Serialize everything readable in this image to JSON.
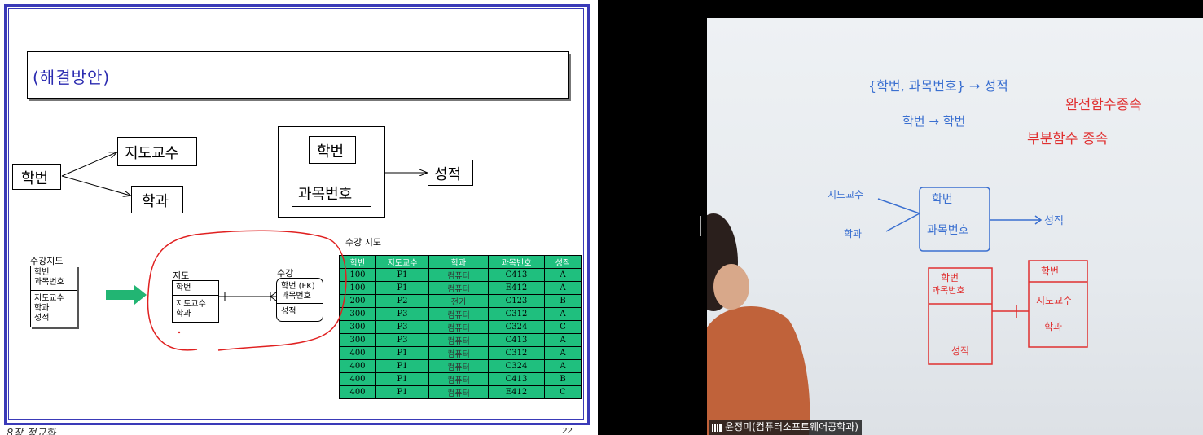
{
  "slide": {
    "title": "(해결방안)",
    "fd_left": {
      "source": "학번",
      "target1": "지도교수",
      "target2": "학과"
    },
    "fd_right": {
      "key1": "학번",
      "key2": "과목번호",
      "target": "성적"
    },
    "before_entity": {
      "name": "수강지도",
      "attrs_key": [
        "학번",
        "과목번호"
      ],
      "attrs": [
        "지도교수",
        "학과",
        "성적"
      ]
    },
    "entity_jido": {
      "name": "지도",
      "key": "학번",
      "attrs": [
        "지도교수",
        "학과"
      ]
    },
    "entity_sugang": {
      "name": "수강",
      "keys": [
        "학번 (FK)",
        "과목번호"
      ],
      "attrs": [
        "성적"
      ]
    },
    "table_title": "수강 지도",
    "footer_left": "8장 정규화",
    "footer_right": "22"
  },
  "table": {
    "headers": [
      "학번",
      "지도교수",
      "학과",
      "과목번호",
      "성적"
    ],
    "rows": [
      [
        "100",
        "P1",
        "컴퓨터",
        "C413",
        "A"
      ],
      [
        "100",
        "P1",
        "컴퓨터",
        "E412",
        "A"
      ],
      [
        "200",
        "P2",
        "전기",
        "C123",
        "B"
      ],
      [
        "300",
        "P3",
        "컴퓨터",
        "C312",
        "A"
      ],
      [
        "300",
        "P3",
        "컴퓨터",
        "C324",
        "C"
      ],
      [
        "300",
        "P3",
        "컴퓨터",
        "C413",
        "A"
      ],
      [
        "400",
        "P1",
        "컴퓨터",
        "C312",
        "A"
      ],
      [
        "400",
        "P1",
        "컴퓨터",
        "C324",
        "A"
      ],
      [
        "400",
        "P1",
        "컴퓨터",
        "C413",
        "B"
      ],
      [
        "400",
        "P1",
        "컴퓨터",
        "E412",
        "C"
      ]
    ]
  },
  "whiteboard": {
    "line1_blue": "{학번, 과목번호} → 성적",
    "line1_red": "완전함수종속",
    "line2_blue": "학번 → 학번",
    "line2_red": "부분함수 종속",
    "diag_left1": "지도교수",
    "diag_left2": "학과",
    "diag_box1": "학번",
    "diag_box2": "과목번호",
    "diag_right": "성적",
    "red_box1_a": "학번",
    "red_box1_b": "과목번호",
    "red_box1_c": "성적",
    "red_box2_a": "학번",
    "red_box2_b": "지도교수",
    "red_box2_c": "학과"
  },
  "participant": {
    "name": "윤정미(컴퓨터소프트웨어공학과)"
  },
  "colors": {
    "slide_frame": "#3a3ab8",
    "table_fill": "#1fbf7e",
    "arrow_green": "#22b573",
    "red_ink": "#e03030",
    "blue_ink": "#3a6fd0"
  }
}
